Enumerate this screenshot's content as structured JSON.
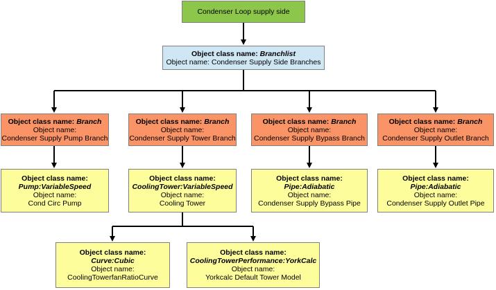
{
  "root": {
    "title": "Condenser Loop supply side"
  },
  "branchlist": {
    "class_label": "Object class name:",
    "class_value": "Branchlist",
    "name_line": "Object name: Condenser Supply Side Branches"
  },
  "branches": [
    {
      "class_label": "Object class name:",
      "class_value": "Branch",
      "name_label": "Object name:",
      "name_value": "Condenser Supply Pump Branch"
    },
    {
      "class_label": "Object class name:",
      "class_value": "Branch",
      "name_label": "Object name:",
      "name_value": "Condenser Supply Tower Branch"
    },
    {
      "class_label": "Object class name:",
      "class_value": "Branch",
      "name_label": "Object name:",
      "name_value": "Condenser Supply Bypass Branch"
    },
    {
      "class_label": "Object class name:",
      "class_value": "Branch",
      "name_label": "Object name:",
      "name_value": "Condenser Supply Outlet Branch"
    }
  ],
  "components": [
    {
      "class_label": "Object class name:",
      "class_value": "Pump:VariableSpeed",
      "name_label": "Object name:",
      "name_value": "Cond Circ Pump"
    },
    {
      "class_label": "Object class name:",
      "class_value": "CoolingTower:VariableSpeed",
      "name_label": "Object name:",
      "name_value": "Cooling Tower"
    },
    {
      "class_label": "Object class name:",
      "class_value": "Pipe:Adiabatic",
      "name_label": "Object name:",
      "name_value": "Condenser Supply Bypass Pipe"
    },
    {
      "class_label": "Object class name:",
      "class_value": "Pipe:Adiabatic",
      "name_label": "Object name:",
      "name_value": "Condenser Supply Outlet Pipe"
    }
  ],
  "tower_children": [
    {
      "class_label": "Object class name:",
      "class_value": "Curve:Cubic",
      "name_label": "Object name:",
      "name_value": "CoolingTowerfanRatioCurve"
    },
    {
      "class_label": "Object class name:",
      "class_value": "CoolingTowerPerformance:YorkCalc",
      "name_label": "Object name:",
      "name_value": "Yorkcalc Default Tower Model"
    }
  ]
}
